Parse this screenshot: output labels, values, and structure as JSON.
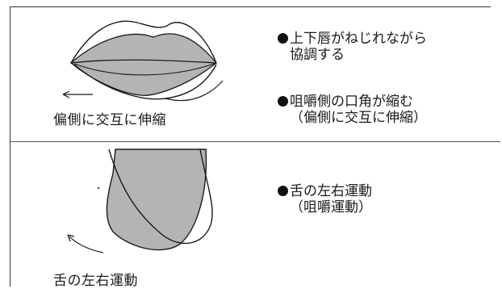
{
  "lips": {
    "caption": "偏側に交互に伸縮",
    "notes": [
      {
        "line1": "上下唇がねじれながら",
        "line2": "協調する"
      },
      {
        "line1": "咀嚼側の口角が縮む",
        "line2": "（偏側に交互に伸縮）"
      }
    ]
  },
  "tongue": {
    "caption": "舌の左右運動",
    "notes": [
      {
        "line1": "舌の左右運動",
        "line2": "（咀嚼運動）"
      }
    ]
  },
  "colors": {
    "fill": "#b4b4b4",
    "stroke": "#1a1a1a"
  }
}
